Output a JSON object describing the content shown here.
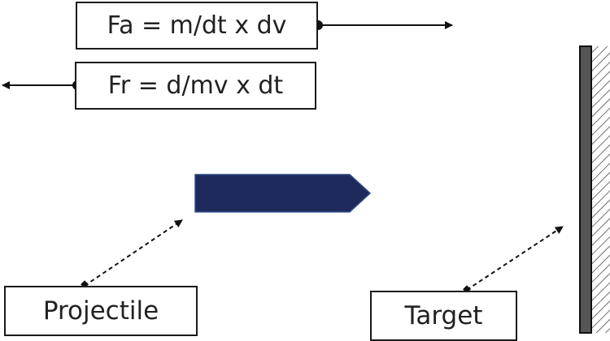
{
  "equations": {
    "applied_force": "Fa = m/dt x dv",
    "resistive_force": "Fr = d/mv x dt"
  },
  "labels": {
    "projectile": "Projectile",
    "target": "Target"
  },
  "colors": {
    "projectile_fill": "#1f2a5c",
    "wall_fill": "#555555",
    "line": "#111111"
  }
}
